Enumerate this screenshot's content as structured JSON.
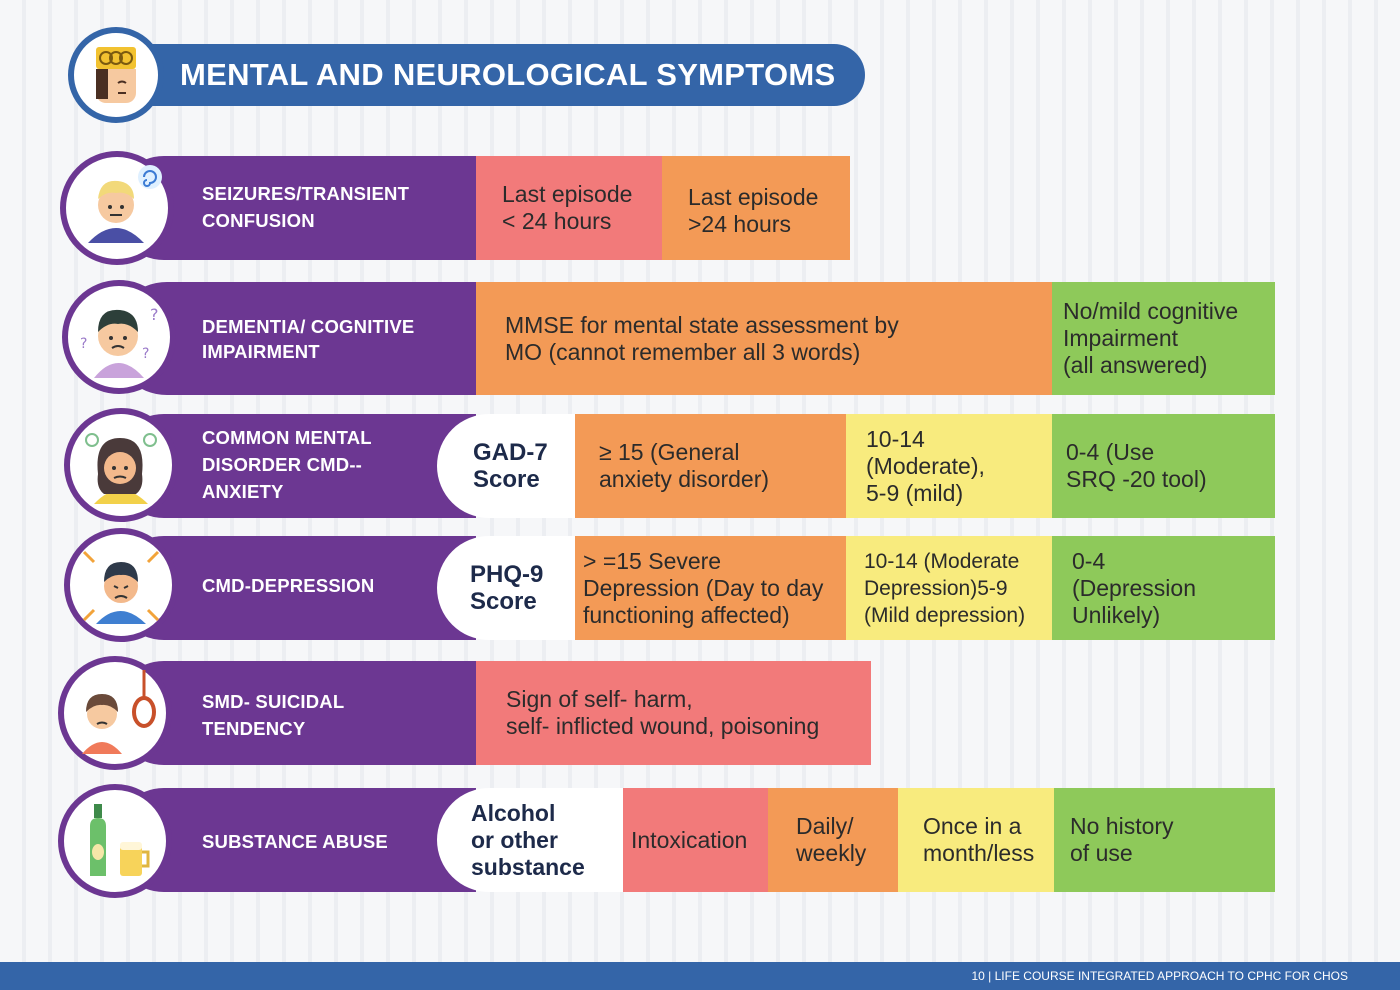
{
  "header": {
    "title": "MENTAL AND NEUROLOGICAL  SYMPTOMS",
    "icon": "head-pain-icon"
  },
  "rows": [
    {
      "label": "SEIZURES/TRANSIENT CONFUSION",
      "label_lines": [
        "SEIZURES/TRANSIENT",
        "CONFUSION"
      ],
      "icon": "confused-person-icon",
      "cells": [
        {
          "color": "red",
          "lines": [
            "Last episode",
            "< 24 hours"
          ]
        },
        {
          "color": "orange",
          "lines": [
            "Last episode",
            ">24 hours"
          ]
        }
      ]
    },
    {
      "label": "DEMENTIA/ COGNITIVE IMPAIRMENT",
      "label_lines": [
        "DEMENTIA/ COGNITIVE",
        "IMPAIRMENT"
      ],
      "icon": "forgetful-person-icon",
      "cells": [
        {
          "color": "orange",
          "lines": [
            "MMSE for mental state assessment by",
            "MO (cannot remember all 3 words)"
          ]
        },
        {
          "color": "green",
          "lines": [
            "No/mild cognitive",
            "Impairment",
            "(all answered)"
          ]
        }
      ]
    },
    {
      "label": "COMMON MENTAL DISORDER CMD-- ANXIETY",
      "label_lines": [
        "COMMON MENTAL",
        "DISORDER CMD--",
        "ANXIETY"
      ],
      "icon": "anxious-person-icon",
      "score": [
        "GAD-7",
        "Score"
      ],
      "cells": [
        {
          "color": "orange",
          "lines": [
            " ≥ 15 (General",
            "anxiety disorder)"
          ]
        },
        {
          "color": "yellow",
          "lines": [
            "10-14",
            "(Moderate),",
            "5-9 (mild)"
          ]
        },
        {
          "color": "green",
          "lines": [
            "0-4 (Use",
            "SRQ -20 tool)"
          ]
        }
      ]
    },
    {
      "label": "CMD-DEPRESSION",
      "label_lines": [
        "CMD-DEPRESSION"
      ],
      "icon": "depressed-person-icon",
      "score": [
        "PHQ-9",
        "Score"
      ],
      "cells": [
        {
          "color": "orange",
          "lines": [
            " > =15 Severe",
            "Depression (Day to day",
            "functioning affected)"
          ]
        },
        {
          "color": "yellow",
          "lines": [
            "10-14 (Moderate",
            "Depression)5-9",
            "(Mild depression)"
          ]
        },
        {
          "color": "green",
          "lines": [
            "0-4",
            "(Depression",
            "Unlikely)"
          ]
        }
      ]
    },
    {
      "label": "SMD- SUICIDAL TENDENCY",
      "label_lines": [
        "SMD- SUICIDAL",
        "TENDENCY"
      ],
      "icon": "noose-person-icon",
      "cells": [
        {
          "color": "red",
          "lines": [
            "Sign of self- harm,",
            "self- inflicted wound, poisoning"
          ]
        }
      ]
    },
    {
      "label": "SUBSTANCE ABUSE",
      "label_lines": [
        "SUBSTANCE ABUSE"
      ],
      "icon": "bottle-beer-icon",
      "score": [
        "Alcohol",
        "or other",
        "substance"
      ],
      "cells": [
        {
          "color": "red",
          "lines": [
            "Intoxication"
          ]
        },
        {
          "color": "orange",
          "lines": [
            "Daily/",
            "weekly"
          ]
        },
        {
          "color": "yellow",
          "lines": [
            "Once in a",
            "month/less"
          ]
        },
        {
          "color": "green",
          "lines": [
            "No history",
            "of use"
          ]
        }
      ]
    }
  ],
  "footer": {
    "page": "10",
    "text": "10   |  LIFE COURSE INTEGRATED APPROACH TO CPHC FOR CHOS"
  },
  "colors": {
    "purple": "#6c3792",
    "blue": "#3465a8",
    "red": "#f27a7a",
    "orange": "#f39a56",
    "yellow": "#f8eb7e",
    "green": "#8ec95a"
  }
}
